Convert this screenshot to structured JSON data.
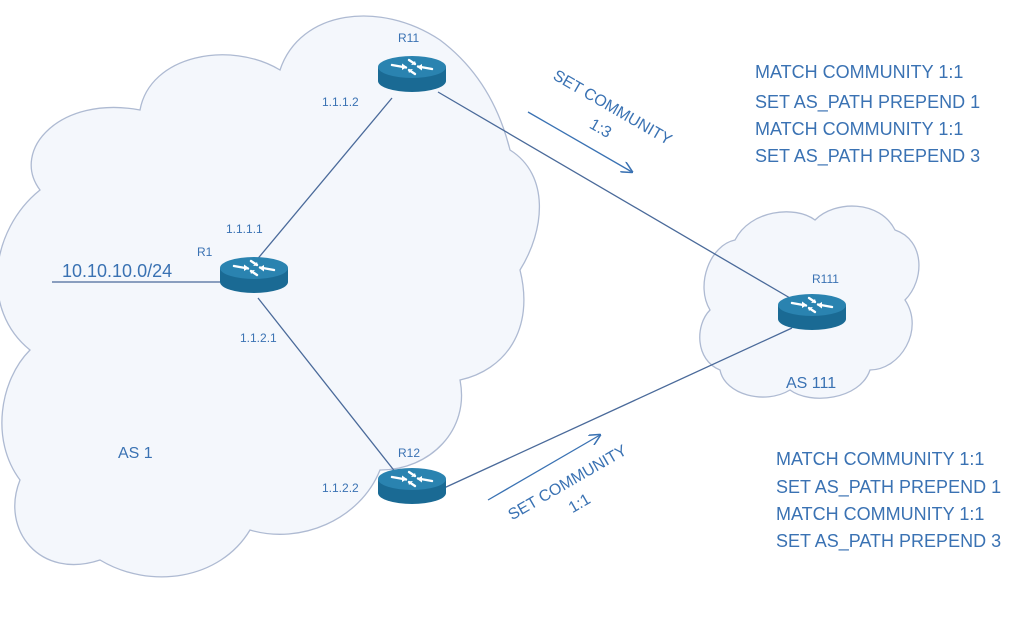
{
  "colors": {
    "router_top": "#2a83b0",
    "router_body": "#1a6a94",
    "text": "#3a72b3",
    "cloud_fill": "#f4f7fc",
    "cloud_stroke": "#aebad2",
    "link": "#4a6a9a"
  },
  "routers": {
    "r11": {
      "name": "R11",
      "ip": "1.1.1.2"
    },
    "r1": {
      "name": "R1",
      "ip_top": "1.1.1.1",
      "ip_bottom": "1.1.2.1"
    },
    "r12": {
      "name": "R12",
      "ip": "1.1.2.2"
    },
    "r111": {
      "name": "R111"
    }
  },
  "prefix": "10.10.10.0/24",
  "as_labels": {
    "as1": "AS 1",
    "as111": "AS 111"
  },
  "annotations": {
    "top_line1": "SET COMMUNITY",
    "top_line2": "1:3",
    "bottom_line1": "SET COMMUNITY",
    "bottom_line2": "1:1"
  },
  "policy_top": [
    "MATCH COMMUNITY 1:1",
    "SET AS_PATH PREPEND 1",
    "MATCH COMMUNITY 1:1",
    "SET AS_PATH PREPEND 3"
  ],
  "policy_bottom": [
    "MATCH COMMUNITY 1:1",
    "SET AS_PATH PREPEND 1",
    "MATCH COMMUNITY 1:1",
    "SET AS_PATH PREPEND 3"
  ]
}
